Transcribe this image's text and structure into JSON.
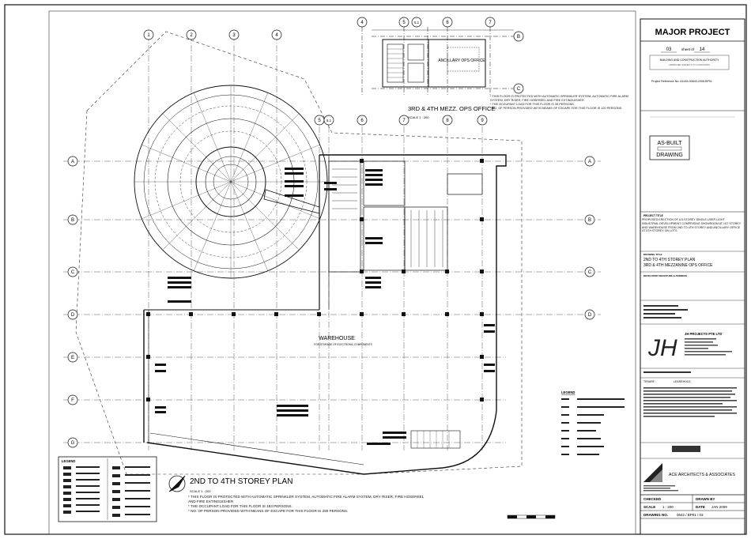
{
  "title_block": {
    "major_project": "MAJOR PROJECT",
    "sheet_no": "03",
    "sheet_of_label": "sheet of",
    "sheet_total": "14",
    "authority": "BUILDING AND CONSTRUCTION AUTHORITY",
    "authority_sub": "APPROVED SUBJECT TO CONDITIONS",
    "project_ref": "Project Reference No: A1445-00643-2008-BP01",
    "stamp_line1": "AS-BUILT",
    "stamp_line2": "DRAWING",
    "project_title_label": "PROJECT TITLE",
    "project_title": "PROPOSED ERECTION OF A 5-STOREY SINGLE-USER LIGHT INDUSTRIAL DEVELOPMENT COMPRISING SHOWROOM AT 1ST STOREY AND WAREHOUSE FROM 2ND TO 4TH STOREY AND ANCILLARY OFFICE AT 5TH STOREY ON LOTS",
    "drawing_title_label": "DRAWING TITLE",
    "drawing_title_1": "2ND TO 4TH STOREY PLAN",
    "drawing_title_2": "3RD & 4TH MEZZANINE OPS OFFICE",
    "developer_label": "DEVELOPER SIGNATURE & ADDRESS",
    "builder_company": "JH PROJECTS PTE LTD",
    "builder_logo": "JH",
    "architect": "ACE ARCHITECTS & ASSOCIATES",
    "checked_label": "CHECKED",
    "drawn_label": "DRAWN BY",
    "scale_label": "SCALE",
    "scale_value": "1 : 200",
    "date_label": "DATE",
    "date_value": "JAN 2009",
    "drawing_no_label": "DRAWING NO.",
    "drawing_no_value": "0642 / BP01 / 03",
    "tenure_label": "TENURE :",
    "tenure_value": "LEASEHOLD"
  },
  "plan": {
    "title": "2ND TO 4TH STOREY PLAN",
    "scale": "SCALE   1 : 200",
    "note_1": "* THIS FLOOR IS PROTECTED WITH AUTOMATIC SPRINKLER SYSTEM, AUTOMATIC FIRE ALARM SYSTEM, DRY RISER, FIRE HOSEREEL AND FIRE EXTINGUISHER",
    "note_2": "* THE OCCUPANT LOAD FOR THIS FLOOR IS  183  PERSONS.",
    "note_3": "* NO. OF PERSON PROVIDED WITH MEANS OF ESCAPE FOR THIS FLOOR IS  280  PERSONS.",
    "warehouse_label": "WAREHOUSE",
    "warehouse_sub": "FOR STORAGE OF ELECTRONIC COMPONENTS"
  },
  "mezz": {
    "title": "3RD & 4TH MEZZ. OPS OFFICE",
    "scale": "SCALE   1 : 200",
    "office_label": "ANCILLARY OPS OFFICE",
    "note_1": "* THIS FLOOR IS PROTECTED WITH AUTOMATIC SPRINKLER SYSTEM, AUTOMATIC FIRE ALARM SYSTEM, DRY RISER, FIRE HOSEREEL AND FIRE EXTINGUISHER",
    "note_2": "* THE OCCUPANT LOAD FOR THIS FLOOR IS  35  PERSONS.",
    "note_3": "* NO. OF PERSON PROVIDED WITH MEANS OF ESCAPE FOR THIS FLOOR IS  120  PERSONS."
  },
  "grid": {
    "columns_main": [
      "1",
      "2",
      "3",
      "4",
      "5",
      "5.1",
      "6",
      "7",
      "8",
      "9"
    ],
    "columns_mezz": [
      "4",
      "5",
      "5.1",
      "6",
      "7"
    ],
    "rows_main": [
      "A",
      "B",
      "C",
      "D",
      "E",
      "F",
      "G"
    ],
    "rows_mezz": [
      "B",
      "C"
    ]
  },
  "legend": {
    "title": "LEGEND",
    "side_title": "LEGEND"
  }
}
